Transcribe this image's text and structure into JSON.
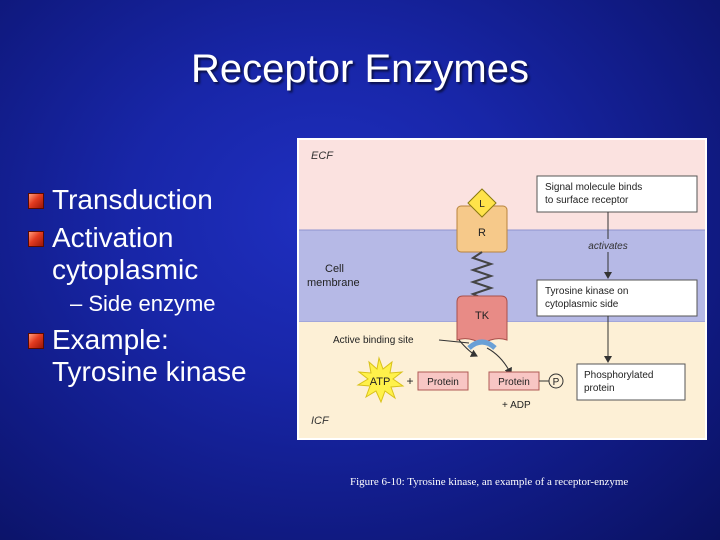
{
  "slide": {
    "title": "Receptor Enzymes",
    "caption": "Figure 6-10: Tyrosine kinase, an example of a receptor-enzyme"
  },
  "bullets": {
    "b1": "Transduction",
    "b2_line1": "Activation",
    "b2_line2": "cytoplasmic",
    "sub1": "– Side enzyme",
    "b3_line1": "Example:",
    "b3_line2": "Tyrosine kinase"
  },
  "figure": {
    "ecf": "ECF",
    "icf": "ICF",
    "membrane_line1": "Cell",
    "membrane_line2": "membrane",
    "ligand": "L",
    "receptor": "R",
    "tk": "TK",
    "active_site": "Active binding site",
    "atp": "ATP",
    "plus1": "+",
    "protein1": "Protein",
    "protein2": "Protein",
    "phosphate": "P",
    "plus_adp": "+ ADP",
    "flow_step1_line1": "Signal molecule binds",
    "flow_step1_line2": "to surface receptor",
    "activates": "activates",
    "flow_step2_line1": "Tyrosine kinase on",
    "flow_step2_line2": "cytoplasmic side",
    "flow_step3_line1": "Phosphorylated",
    "flow_step3_line2": "protein"
  },
  "colors": {
    "ecf_bg": "#fbe2e0",
    "membrane_bg": "#b6b9e6",
    "icf_bg": "#fdf0d6",
    "receptor_fill": "#f6c98a",
    "tk_fill": "#e88b86",
    "ligand_fill": "#ffe34a",
    "atp_fill": "#fff14a",
    "protein_fill": "#f8c6c4"
  }
}
